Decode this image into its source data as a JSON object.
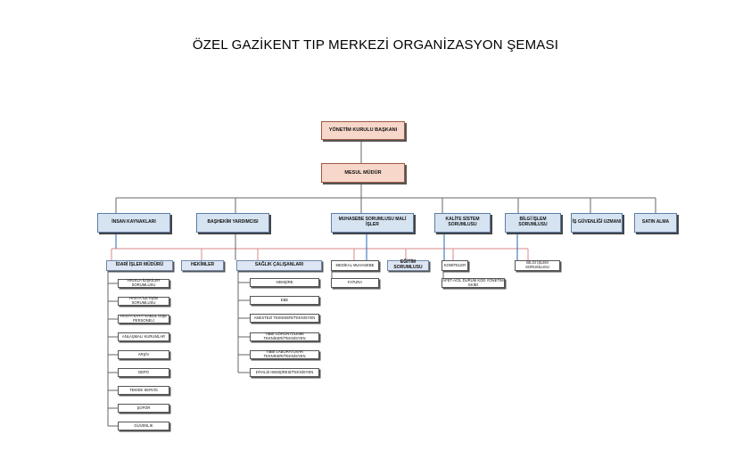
{
  "title": "ÖZEL GAZİKENT TIP MERKEZİ ORGANİZASYON ŞEMASI",
  "top": {
    "board": "YÖNETİM KURULU BAŞKANI",
    "manager": "MESUL MÜDÜR"
  },
  "departments": [
    "İNSAN KAYNAKLARI",
    "BAŞHEKİM YARDIMCISI",
    "MUHASEBE SORUMLUSU MALİ İŞLER",
    "KALİTE SİSTEM SORUMLUSU",
    "BİLGİ İŞLEM SORUMLUSU",
    "İŞ GÜVENLİĞİ UZMANI",
    "SATIN ALMA"
  ],
  "sections": {
    "admin": "İDARİ İŞLER MÜDÜRÜ",
    "doctors": "HEKİMLER",
    "health": "SAĞLIK ÇALIŞANLARI",
    "medical_accounting": "MEDİKAL MUHASEBE",
    "training": "EĞİTİM SORUMLUSU",
    "committees": "KOMİTELER",
    "it": "BİLGİ İŞLEM SORUMLUSU"
  },
  "sub": {
    "billing": "FATURA",
    "emergency": "AFET-ACİL DURUM KOD YÖNETİM EKİBİ"
  },
  "admin_children": [
    "HALKLA İLİŞKİLER SORUMLUSU",
    "HASTA İLETİŞİM SORUMLUSU",
    "HASTA KAYIT KABUL GİŞE PERSONELİ",
    "ANLAŞMALI KURUMLAR",
    "ARŞİV",
    "DEPO",
    "TEKNİK SERVİS",
    "ŞOFÖR",
    "GÜVENLİK"
  ],
  "health_children": [
    "HEMŞİRE",
    "EBE",
    "ANESTEZİ TEKNİKERİ/TEKNİSYEN",
    "TIBBİ GÖRÜNTÜLEME TEKNİKERİ/TEKNİSYEN",
    "TIBBİ LABORATUVAR TEKNİKERİ/TEKNİSYEN",
    "DİYALİZ HEMŞİRESİ/TEKNİSYEN"
  ],
  "colors": {
    "red_line": "#d88a8a",
    "blue_line": "#4a7fc1",
    "gray_line": "#666666"
  }
}
